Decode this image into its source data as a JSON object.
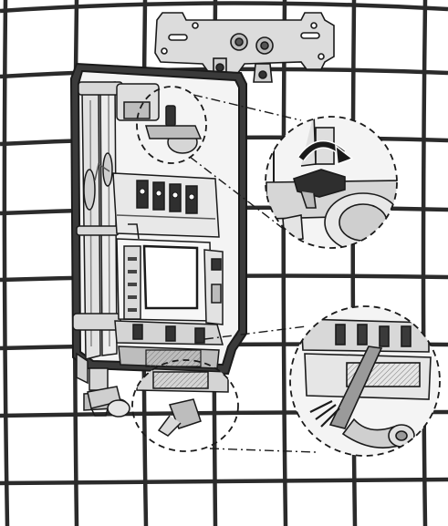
{
  "figure": {
    "kind": "installation-illustration",
    "style": "monochrome line drawing",
    "colors": {
      "line": "#1a1a1a",
      "grout": "#2b2b2b",
      "tile": "#ffffff",
      "body_fill": "#f2f2f2",
      "body_dark": "#3a3a3a",
      "shade": "#cfcfcf",
      "mid_shade": "#9a9a9a"
    },
    "callouts": [
      {
        "name": "knob-detail",
        "arrow": "rotation-arrow"
      },
      {
        "name": "cable-detail",
        "arrow": null
      }
    ],
    "labels": []
  }
}
